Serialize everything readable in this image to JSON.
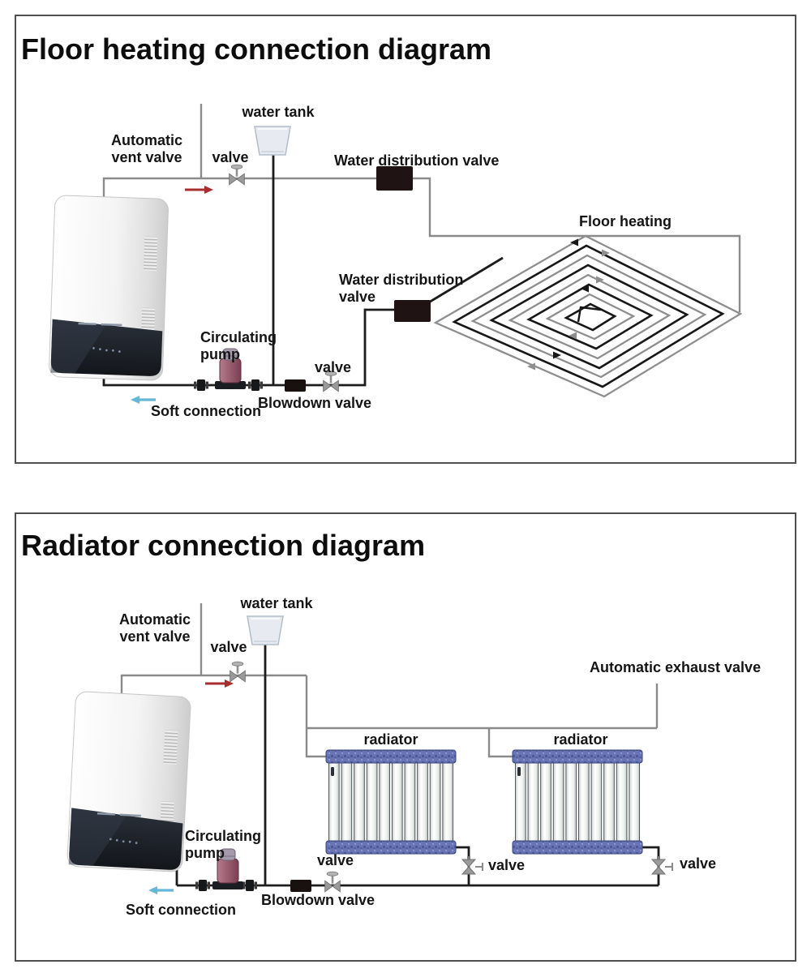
{
  "panel1": {
    "title": "Floor heating connection diagram",
    "labels": {
      "water_tank": "water tank",
      "automatic_vent_valve": "Automatic vent valve",
      "valve_top": "valve",
      "water_distribution_valve_1": "Water distribution valve",
      "floor_heating": "Floor heating",
      "water_distribution_valve_2": "Water distribution valve",
      "circulating_pump": "Circulating pump",
      "valve_bottom": "valve",
      "blowdown_valve": "Blowdown valve",
      "soft_connection": "Soft connection"
    }
  },
  "panel2": {
    "title": "Radiator connection diagram",
    "labels": {
      "water_tank": "water tank",
      "automatic_vent_valve": "Automatic vent valve",
      "valve_top": "valve",
      "automatic_exhaust_valve": "Automatic exhaust valve",
      "radiator_1": "radiator",
      "radiator_2": "radiator",
      "circulating_pump": "Circulating pump",
      "valve_bottom": "valve",
      "blowdown_valve": "Blowdown valve",
      "soft_connection": "Soft connection",
      "valve_radiator_1": "valve",
      "valve_radiator_2": "valve"
    }
  },
  "icons": {
    "gate_valve": "bowtie-valve-with-handwheel",
    "side_valve": "bowtie-valve-with-side-handle",
    "flange": "pipe-flange-coupling",
    "circulating_pump": "maroon-pump-on-pipe",
    "water_tank": "trapezoid-open-tank",
    "flow_arrow_supply": "red-right-arrow",
    "flow_arrow_return": "blue-left-arrow",
    "boiler": "wall-hung-electric-boiler",
    "radiator": "sectional-column-radiator",
    "floor_coil": "spiral-floor-heating-loop"
  },
  "palette": {
    "pipe_gray": "#8a8a8a",
    "pipe_black": "#1c1c1c",
    "arrow_red": "#a82e2e",
    "arrow_blue": "#63b7d7",
    "valve_block": "#1f1313",
    "radiator_header": "#6974b4",
    "pump_body": "#8f5062",
    "panel_border": "#4f4f4f"
  }
}
